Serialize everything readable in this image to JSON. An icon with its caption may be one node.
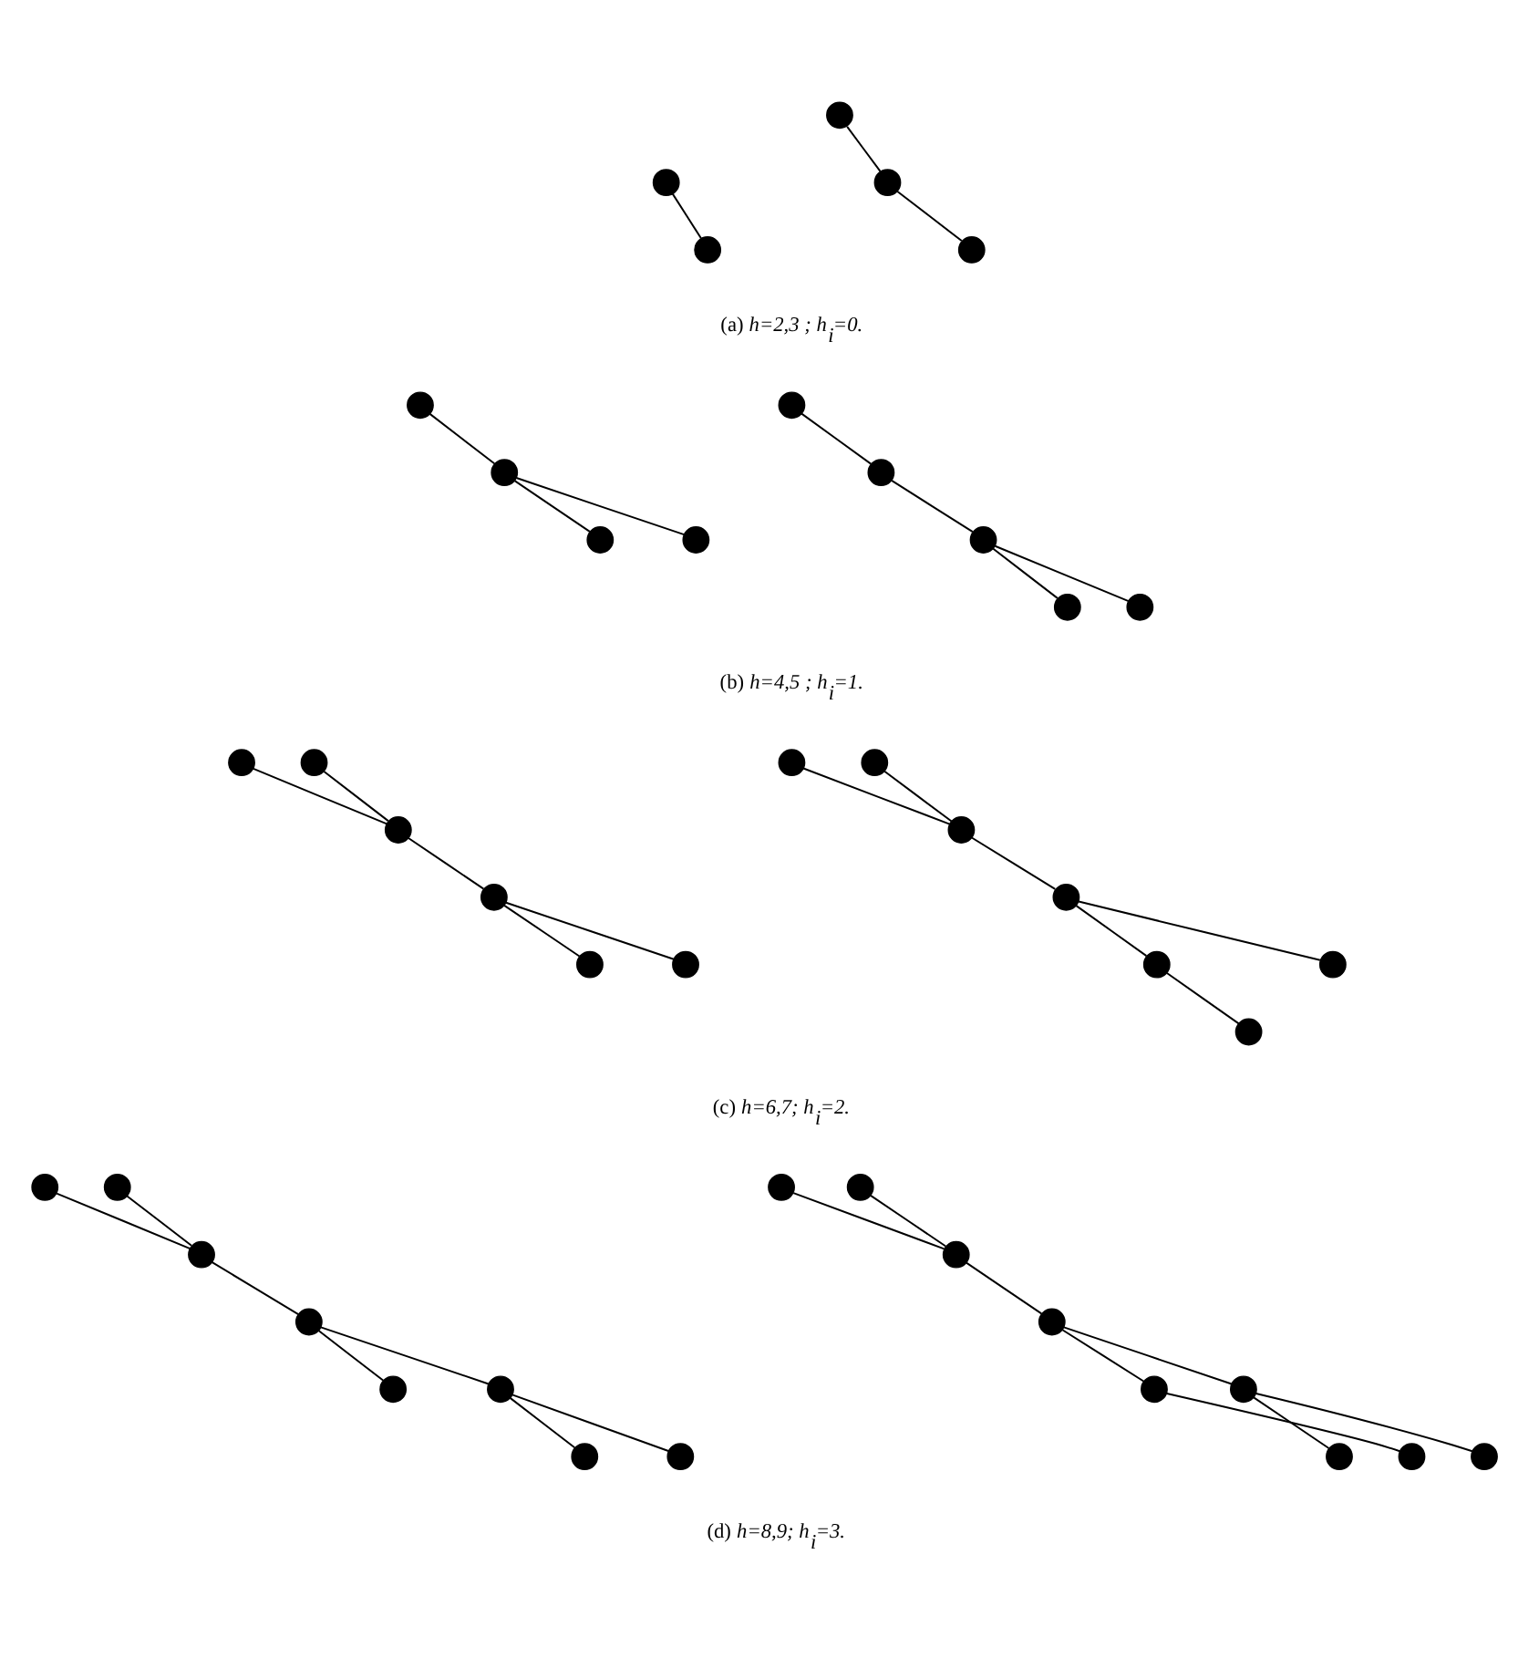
{
  "diagram": {
    "nodes": [
      {
        "text": [],
        "shape": "circle"
      },
      {
        "text": [],
        "shape": "circle"
      },
      {
        "text": [],
        "shape": "circle"
      },
      {
        "text": [],
        "shape": "circle"
      },
      {
        "text": [],
        "shape": "circle"
      },
      {
        "text": [],
        "shape": "circle"
      },
      {
        "text": [],
        "shape": "circle"
      },
      {
        "text": [],
        "shape": "circle"
      },
      {
        "text": [],
        "shape": "circle"
      },
      {
        "text": [],
        "shape": "circle"
      },
      {
        "text": [],
        "shape": "circle"
      },
      {
        "text": [],
        "shape": "circle"
      },
      {
        "text": [],
        "shape": "circle"
      },
      {
        "text": [],
        "shape": "circle"
      },
      {
        "text": [],
        "shape": "circle"
      },
      {
        "text": [],
        "shape": "circle"
      },
      {
        "text": [],
        "shape": "circle"
      },
      {
        "text": [],
        "shape": "circle"
      },
      {
        "text": [],
        "shape": "circle"
      },
      {
        "text": [],
        "shape": "circle"
      },
      {
        "text": [],
        "shape": "circle"
      },
      {
        "text": [],
        "shape": "circle"
      },
      {
        "text": [],
        "shape": "circle"
      },
      {
        "text": [],
        "shape": "circle"
      },
      {
        "text": [],
        "shape": "circle"
      },
      {
        "text": [],
        "shape": "circle"
      },
      {
        "text": [],
        "shape": "circle"
      },
      {
        "text": [],
        "shape": "circle"
      },
      {
        "text": [],
        "shape": "circle"
      },
      {
        "text": [],
        "shape": "circle"
      },
      {
        "text": [],
        "shape": "circle"
      },
      {
        "text": [],
        "shape": "circle"
      },
      {
        "text": [],
        "shape": "circle"
      },
      {
        "text": [],
        "shape": "circle"
      },
      {
        "text": [],
        "shape": "circle"
      },
      {
        "text": [],
        "shape": "circle"
      },
      {
        "text": [],
        "shape": "circle"
      },
      {
        "text": [],
        "shape": "circle"
      },
      {
        "text": [],
        "shape": "circle"
      },
      {
        "text": [],
        "shape": "circle"
      },
      {
        "text": [],
        "shape": "circle"
      },
      {
        "text": [],
        "shape": "circle"
      },
      {
        "text": [],
        "shape": "circle"
      },
      {
        "text": [],
        "shape": "circle"
      }
    ],
    "edges": [
      {
        "from": 0,
        "to": 1,
        "arrow": "none"
      },
      {
        "from": 2,
        "to": 3,
        "arrow": "none"
      },
      {
        "from": 3,
        "to": 4,
        "arrow": "none"
      },
      {
        "from": 5,
        "to": 6,
        "arrow": "none"
      },
      {
        "from": 6,
        "to": 7,
        "arrow": "none"
      },
      {
        "from": 6,
        "to": 8,
        "arrow": "none"
      },
      {
        "from": 9,
        "to": 10,
        "arrow": "none"
      },
      {
        "from": 10,
        "to": 11,
        "arrow": "none"
      },
      {
        "from": 11,
        "to": 12,
        "arrow": "none"
      },
      {
        "from": 11,
        "to": 13,
        "arrow": "none"
      },
      {
        "from": 14,
        "to": 16,
        "arrow": "none"
      },
      {
        "from": 15,
        "to": 16,
        "arrow": "none"
      },
      {
        "from": 16,
        "to": 17,
        "arrow": "none"
      },
      {
        "from": 17,
        "to": 18,
        "arrow": "none"
      },
      {
        "from": 17,
        "to": 19,
        "arrow": "none"
      },
      {
        "from": 20,
        "to": 22,
        "arrow": "none"
      },
      {
        "from": 21,
        "to": 22,
        "arrow": "none"
      },
      {
        "from": 22,
        "to": 23,
        "arrow": "none"
      },
      {
        "from": 23,
        "to": 25,
        "arrow": "none"
      },
      {
        "from": 25,
        "to": 24,
        "arrow": "none"
      },
      {
        "from": 23,
        "to": 26,
        "arrow": "none"
      },
      {
        "from": 28,
        "to": 29,
        "arrow": "none"
      },
      {
        "from": 27,
        "to": 29,
        "arrow": "none"
      },
      {
        "from": 29,
        "to": 30,
        "arrow": "none"
      },
      {
        "from": 30,
        "to": 31,
        "arrow": "none"
      },
      {
        "from": 30,
        "to": 33,
        "arrow": "none"
      },
      {
        "from": 33,
        "to": 32,
        "arrow": "none"
      },
      {
        "from": 33,
        "to": 34,
        "arrow": "none"
      },
      {
        "from": 36,
        "to": 37,
        "arrow": "none"
      },
      {
        "from": 35,
        "to": 37,
        "arrow": "none"
      },
      {
        "from": 37,
        "to": 38,
        "arrow": "none"
      },
      {
        "from": 38,
        "to": 41,
        "arrow": "none"
      },
      {
        "from": 41,
        "to": 40,
        "arrow": "none"
      },
      {
        "from": 41,
        "to": 43,
        "arrow": "none"
      },
      {
        "from": 38,
        "to": 39,
        "arrow": "none"
      },
      {
        "from": 39,
        "to": 42,
        "arrow": "none"
      }
    ],
    "labels": [
      "(a) *h=2,3 ; h*$_{i}$*=0.*",
      "(b) *h=4,5 ; h*$_{i}$*=1.*",
      "(c) *h=6,7; h*$_{i}$*=2.*",
      "(d) *h=8,9; h*$_{i}$*=3.*"
    ]
  }
}
